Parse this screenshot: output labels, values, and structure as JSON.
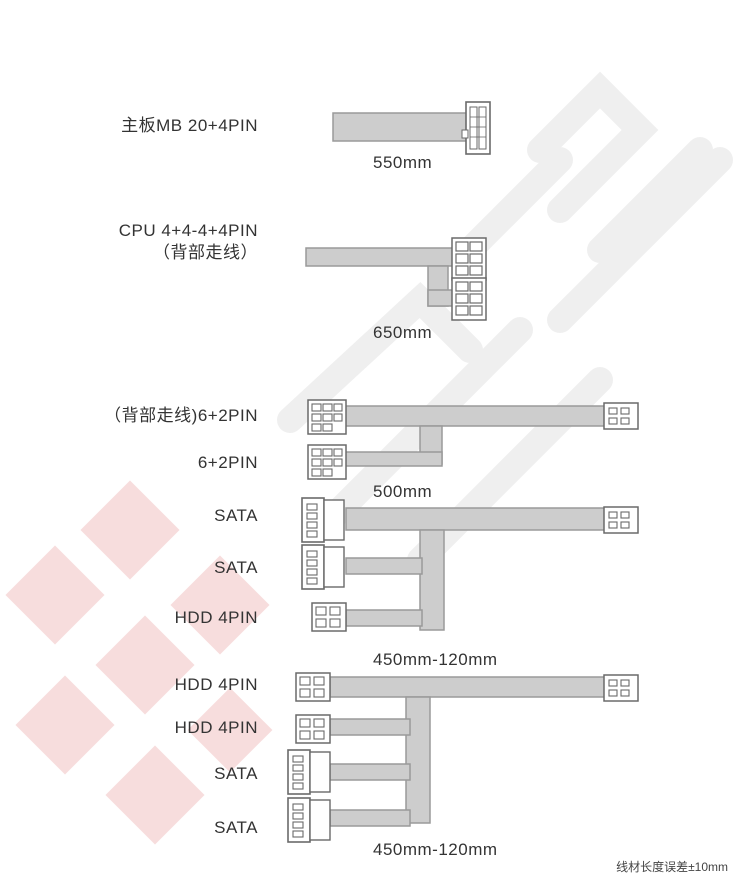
{
  "colors": {
    "cable_fill": "#cdcdcd",
    "cable_stroke": "#9a9a9a",
    "connector_stroke": "#6a6a6a",
    "watermark_red": "#f7dada",
    "watermark_gray": "#ededed"
  },
  "watermark_icon": "brand-watermark-icon",
  "cables": [
    {
      "labels": [
        "主板MB 20+4PIN"
      ],
      "length": "550mm"
    },
    {
      "labels": [
        "CPU 4+4-4+4PIN",
        "（背部走线）"
      ],
      "length": "650mm"
    },
    {
      "labels": [
        "（背部走线)6+2PIN",
        "6+2PIN"
      ],
      "length": "500mm"
    },
    {
      "labels": [
        "SATA",
        "SATA",
        "HDD 4PIN"
      ],
      "length": "450mm-120mm"
    },
    {
      "labels": [
        "HDD 4PIN",
        "HDD 4PIN",
        "SATA",
        "SATA"
      ],
      "length": "450mm-120mm"
    }
  ],
  "note": "线材长度误差±10mm"
}
